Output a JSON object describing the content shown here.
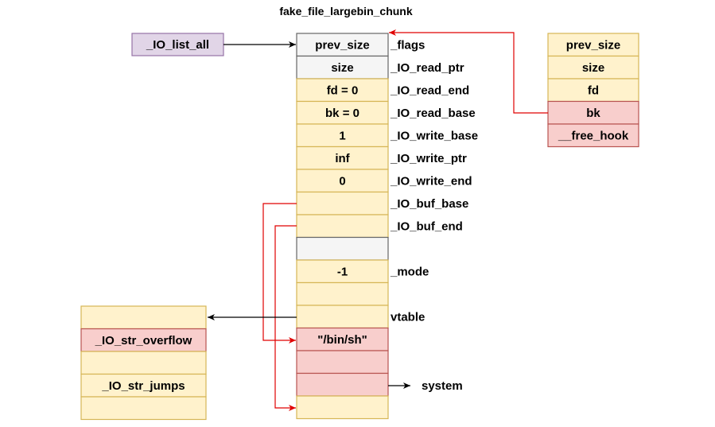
{
  "title": "fake_file_largebin_chunk",
  "colors": {
    "gray_fill": "#f5f5f5",
    "gray_stroke": "#666666",
    "yellow_fill": "#fff2cc",
    "yellow_stroke": "#d6b656",
    "red_fill": "#f8cecc",
    "red_stroke": "#b85450",
    "purple_fill": "#e1d5e7",
    "purple_stroke": "#9673a6",
    "arrow_black": "#000000",
    "arrow_red": "#e00000"
  },
  "io_list_all": "_IO_list_all",
  "main_chunk": {
    "cells": [
      {
        "text": "prev_size",
        "style": "gray"
      },
      {
        "text": "size",
        "style": "gray"
      },
      {
        "text": "fd = 0",
        "style": "yellow"
      },
      {
        "text": "bk = 0",
        "style": "yellow"
      },
      {
        "text": "1",
        "style": "yellow"
      },
      {
        "text": "inf",
        "style": "yellow"
      },
      {
        "text": "0",
        "style": "yellow"
      },
      {
        "text": "",
        "style": "yellow"
      },
      {
        "text": "",
        "style": "yellow"
      },
      {
        "text": "",
        "style": "gray"
      },
      {
        "text": "-1",
        "style": "yellow"
      },
      {
        "text": "",
        "style": "yellow"
      },
      {
        "text": "",
        "style": "yellow"
      },
      {
        "text": "\"/bin/sh\"",
        "style": "red"
      },
      {
        "text": "",
        "style": "red"
      },
      {
        "text": "",
        "style": "red"
      },
      {
        "text": "",
        "style": "yellow"
      }
    ],
    "field_labels": [
      {
        "row": 0,
        "text": "_flags"
      },
      {
        "row": 1,
        "text": "_IO_read_ptr"
      },
      {
        "row": 2,
        "text": "_IO_read_end"
      },
      {
        "row": 3,
        "text": "_IO_read_base"
      },
      {
        "row": 4,
        "text": "_IO_write_base"
      },
      {
        "row": 5,
        "text": "_IO_write_ptr"
      },
      {
        "row": 6,
        "text": "_IO_write_end"
      },
      {
        "row": 7,
        "text": "_IO_buf_base"
      },
      {
        "row": 8,
        "text": "_IO_buf_end"
      },
      {
        "row": 10,
        "text": "_mode"
      },
      {
        "row": 12,
        "text": "vtable"
      }
    ]
  },
  "right_chunk": {
    "cells": [
      {
        "text": "prev_size",
        "style": "yellow"
      },
      {
        "text": "size",
        "style": "yellow"
      },
      {
        "text": "fd",
        "style": "yellow"
      },
      {
        "text": "bk",
        "style": "red"
      },
      {
        "text": "__free_hook",
        "style": "red"
      }
    ]
  },
  "jumps_table": {
    "cells": [
      {
        "text": "",
        "style": "yellow"
      },
      {
        "text": "_IO_str_overflow",
        "style": "red"
      },
      {
        "text": "",
        "style": "yellow"
      },
      {
        "text": "_IO_str_jumps",
        "style": "yellow"
      },
      {
        "text": "",
        "style": "yellow"
      }
    ]
  },
  "system_label": "system"
}
